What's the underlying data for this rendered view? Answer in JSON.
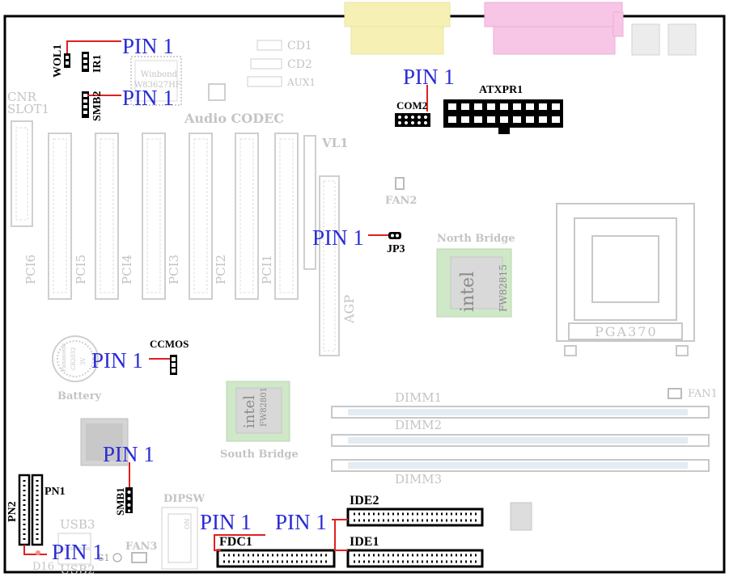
{
  "labels": {
    "pin1": "PIN 1",
    "wol1": "WOL1",
    "ir1": "IR1",
    "smb2": "SMB2",
    "com2": "COM2",
    "atxpr1": "ATXPR1",
    "jp3": "JP3",
    "ccmos": "CCMOS",
    "smb1": "SMB1",
    "pn1": "PN1",
    "pn2": "PN2",
    "ide1": "IDE1",
    "ide2": "IDE2",
    "fdc1": "FDC1"
  },
  "ghost_labels": {
    "cnr_slot1": "CNR\nSLOT1",
    "cd1": "CD1",
    "cd2": "CD2",
    "aux1": "AUX1",
    "winbond": "Winbond",
    "winbond_part": "W83627HF",
    "audio_codec": "Audio CODEC",
    "vl1": "VL1",
    "fan2": "FAN2",
    "north_bridge": "North Bridge",
    "intel": "intel",
    "nb_part": "FW82815",
    "pga370": "PGA370",
    "agp": "AGP",
    "pci1": "PCI1",
    "pci2": "PCI2",
    "pci3": "PCI3",
    "pci4": "PCI4",
    "pci5": "PCI5",
    "pci6": "PCI6",
    "battery": "Battery",
    "panasonic": "Panasonic",
    "cr2032": "CR2032",
    "volt": "3V",
    "south_bridge": "South Bridge",
    "sb_part": "FW82801",
    "dimm1": "DIMM1",
    "dimm2": "DIMM2",
    "dimm3": "DIMM3",
    "fan1": "FAN1",
    "fan3": "FAN3",
    "dipsw": "DIPSW",
    "usb3": "USB3",
    "usb2": "USB2",
    "d16": "D16",
    "s1": "S1",
    "on": "ON"
  },
  "colors": {
    "pin1_text": "#2b2bd6",
    "leader_line": "#e02020",
    "ghost": "#c4c4c4",
    "serial_port": "#f6f0b4",
    "parallel_port": "#f7c6e6",
    "chip_green": "#cfe8c8"
  }
}
